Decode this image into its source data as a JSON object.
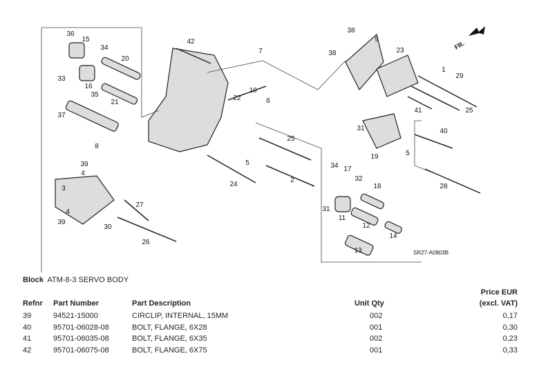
{
  "diagram": {
    "code": "SR27-A0803B",
    "direction": "FR.",
    "callouts": [
      "36",
      "15",
      "34",
      "42",
      "7",
      "38",
      "9",
      "38",
      "23",
      "20",
      "33",
      "16",
      "35",
      "21",
      "37",
      "10",
      "22",
      "6",
      "1",
      "29",
      "41",
      "25",
      "31",
      "40",
      "8",
      "25",
      "5",
      "19",
      "5",
      "39",
      "4",
      "3",
      "24",
      "2",
      "34",
      "17",
      "32",
      "18",
      "28",
      "27",
      "4",
      "39",
      "30",
      "31",
      "11",
      "12",
      "14",
      "13",
      "26"
    ]
  },
  "block": {
    "label": "Block",
    "name": "ATM-8-3 SERVO BODY"
  },
  "table": {
    "headers": {
      "refnr": "Refnr",
      "part_number": "Part Number",
      "description": "Part Description",
      "qty": "Unit Qty",
      "price_1": "Price EUR",
      "price_2": "(excl. VAT)"
    },
    "rows": [
      {
        "refnr": "39",
        "part_number": "94521-15000",
        "description": "CIRCLIP, INTERNAL, 15MM",
        "qty": "002",
        "price": "0,17"
      },
      {
        "refnr": "40",
        "part_number": "95701-06028-08",
        "description": "BOLT, FLANGE, 6X28",
        "qty": "001",
        "price": "0,30"
      },
      {
        "refnr": "41",
        "part_number": "95701-06035-08",
        "description": "BOLT, FLANGE, 6X35",
        "qty": "002",
        "price": "0,23"
      },
      {
        "refnr": "42",
        "part_number": "95701-06075-08",
        "description": "BOLT, FLANGE, 6X75",
        "qty": "001",
        "price": "0,33"
      }
    ]
  }
}
